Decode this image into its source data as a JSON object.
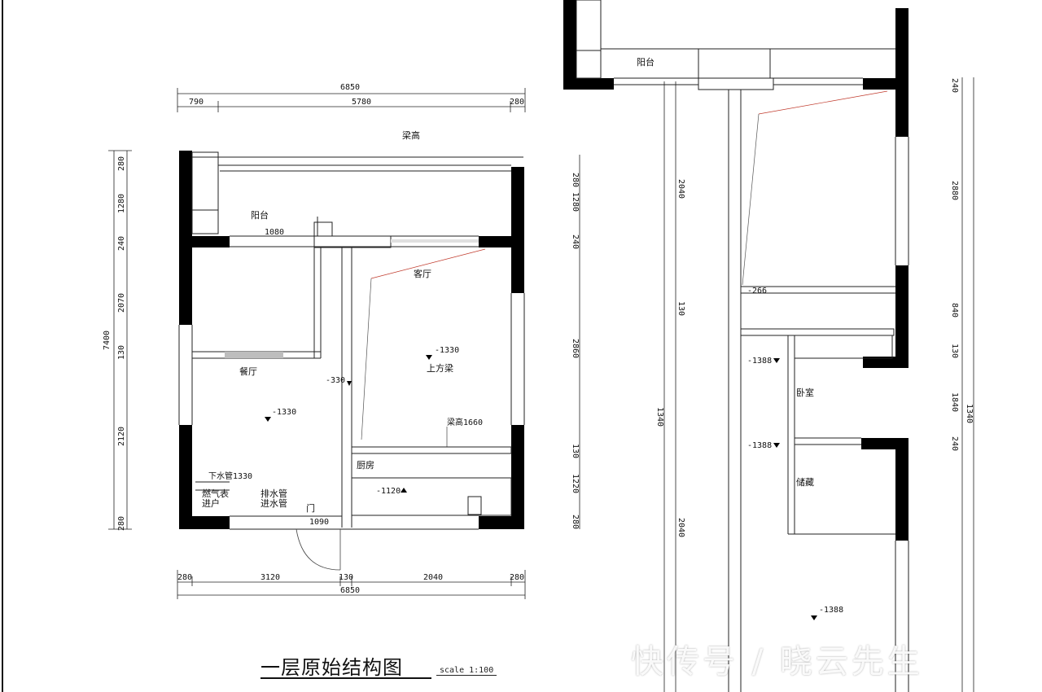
{
  "plan": {
    "title": "一层原始结构图",
    "scale": "scale 1:100",
    "watermark": "快传号 / 晓云先生"
  },
  "left_plan": {
    "dims_top": {
      "total": "6850",
      "segments": [
        "790",
        "5780",
        "280"
      ]
    },
    "dims_bottom": {
      "total": "6850",
      "segments": [
        "280",
        "3120",
        "130",
        "2040",
        "280"
      ]
    },
    "dims_left": {
      "total": "7400",
      "segments": [
        "280",
        "1280",
        "240",
        "2070",
        "130",
        "2120",
        "280"
      ]
    },
    "dims_right": [
      "280",
      "1280",
      "240",
      "2860",
      "130",
      "1220",
      "280"
    ],
    "room_labels": {
      "top_room": "阳台",
      "top_room_size": "1080",
      "right_room": "客厅",
      "right_room_note": "上方梁",
      "left_hall": "餐厅",
      "kitchen": "厨房",
      "beam_top": "梁高",
      "level_mid": "-330",
      "level_left": "-1330",
      "level_right": "-1330",
      "level_kitchen": "-1120",
      "beam_kitchen": "梁高1660",
      "note_left_1": "下水管1330",
      "note_left_2": "燃气表",
      "note_left_3": "进户",
      "note_mid_1": "排水管",
      "note_mid_2": "进水管",
      "door_size": "1090",
      "door_mark": "门"
    }
  },
  "right_plan": {
    "room_labels": {
      "top": "阳台",
      "mid_room": "卧室",
      "lower_room": "储藏",
      "level_1": "-266",
      "level_2": "-1388",
      "level_3": "-1388",
      "level_4": "-1388"
    },
    "dims_right": [
      "240",
      "2880",
      "840",
      "130",
      "1840",
      "240",
      "1340"
    ],
    "dims_left": [
      "2040",
      "130",
      "1340",
      "2040"
    ]
  }
}
